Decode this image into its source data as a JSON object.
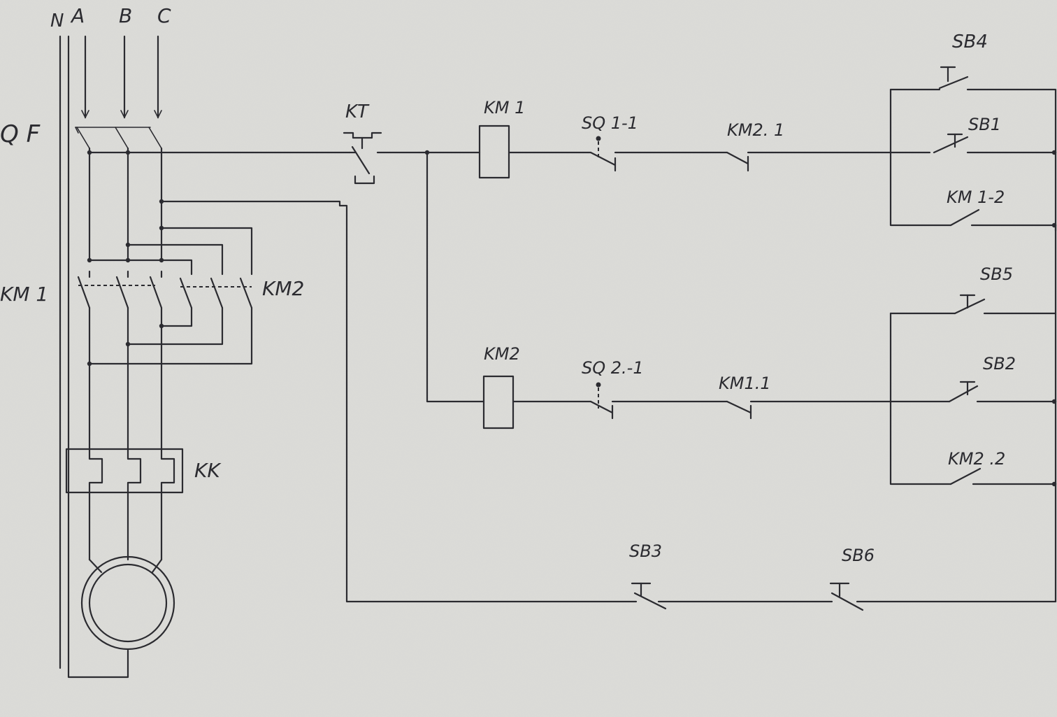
{
  "colors": {
    "paper": "#dcdcd8",
    "ink": "#2b2b30"
  },
  "supply": {
    "n": "N",
    "a": "A",
    "b": "B",
    "c": "C"
  },
  "power": {
    "breaker": "Q F",
    "km1": "KM 1",
    "km2": "KM2",
    "thermal_relay": "KK"
  },
  "control": {
    "kt": "KT",
    "coil_km1": "KM 1",
    "coil_km2": "KM2",
    "sq1": "SQ 1-1",
    "sq2": "SQ 2.-1",
    "km2_1": "KM2. 1",
    "km1_1": "KM1.1",
    "sb4": "SB4",
    "sb1": "SB1",
    "km1_2": "KM 1-2",
    "sb5": "SB5",
    "sb2": "SB2",
    "km2_2": "KM2 .2",
    "sb3": "SB3",
    "sb6": "SB6"
  }
}
